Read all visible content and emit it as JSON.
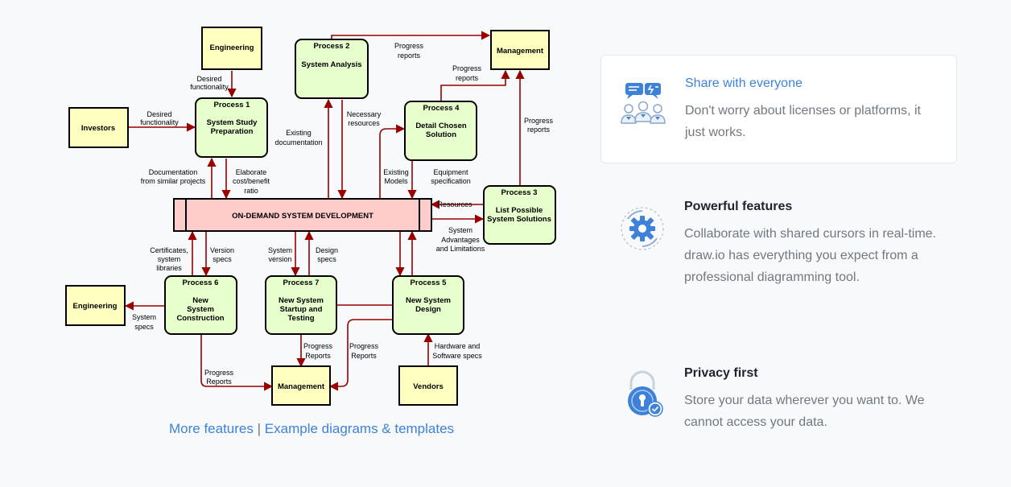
{
  "diagram": {
    "nodes": {
      "engineering_top": "Engineering",
      "investors": "Investors",
      "management_top": "Management",
      "engineering_left": "Engineering",
      "management_bottom": "Management",
      "vendors": "Vendors",
      "process1": {
        "head": "Process 1",
        "l1": "System Study",
        "l2": "Preparation"
      },
      "process2": {
        "head": "Process 2",
        "l1": "System Analysis"
      },
      "process3": {
        "head": "Process 3",
        "l1": "List Possible",
        "l2": "System Solutions"
      },
      "process4": {
        "head": "Process 4",
        "l1": "Detail Chosen",
        "l2": "Solution"
      },
      "process5": {
        "head": "Process 5",
        "l1": "New System",
        "l2": "Design"
      },
      "process6": {
        "head": "Process 6",
        "l1": "New",
        "l2": "System",
        "l3": "Construction"
      },
      "process7": {
        "head": "Process 7",
        "l1": "New System",
        "l2": "Startup and",
        "l3": "Testing"
      },
      "central": "ON-DEMAND SYSTEM DEVELOPMENT"
    },
    "labels": {
      "desired_func_eng": [
        "Desired",
        "functionality"
      ],
      "desired_func_inv": [
        "Desired",
        "functionality"
      ],
      "progress_p2": [
        "Progress",
        "reports"
      ],
      "progress_p4": [
        "Progress",
        "reports"
      ],
      "progress_p3": [
        "Progress",
        "reports"
      ],
      "existing_doc": [
        "Existing",
        "documentation"
      ],
      "necessary_res": [
        "Necessary",
        "resources"
      ],
      "doc_similar": [
        "Documentation",
        "from similar projects"
      ],
      "elaborate": [
        "Elaborate",
        "cost/benefit",
        "ratio"
      ],
      "existing_models": [
        "Existing",
        "Models"
      ],
      "equipment_spec": [
        "Equipment",
        "specification"
      ],
      "resources": [
        "Resources"
      ],
      "sys_adv": [
        "System",
        "Advantages",
        "and Limitations"
      ],
      "certificates": [
        "Certificates,",
        "system",
        "libraries"
      ],
      "version_specs": [
        "Version",
        "specs"
      ],
      "system_version": [
        "System",
        "version"
      ],
      "design_specs": [
        "Design",
        "specs"
      ],
      "system_specs": [
        "System",
        "specs"
      ],
      "progress_p6": [
        "Progress",
        "Reports"
      ],
      "progress_p7": [
        "Progress",
        "Reports"
      ],
      "progress_p5": [
        "Progress",
        "Reports"
      ],
      "hardware": [
        "Hardware and",
        "Software specs"
      ]
    }
  },
  "links": {
    "more_features": "More features",
    "separator": "|",
    "examples": "Example diagrams & templates"
  },
  "features": [
    {
      "title": "Share with everyone",
      "desc": "Don't worry about licenses or platforms, it just works.",
      "icon": "share-people-icon"
    },
    {
      "title": "Powerful features",
      "desc": "Collaborate with shared cursors in real-time. draw.io has everything you expect from a professional diagramming tool.",
      "icon": "gear-features-icon"
    },
    {
      "title": "Privacy first",
      "desc": "Store your data wherever you want to. We cannot access your data.",
      "icon": "padlock-privacy-icon"
    }
  ],
  "colors": {
    "accent": "#3d82d8",
    "process_fill": "#e6ffcc",
    "entity_fill": "#ffffc0",
    "central_fill": "#ffcccc",
    "arrow": "#990000"
  }
}
